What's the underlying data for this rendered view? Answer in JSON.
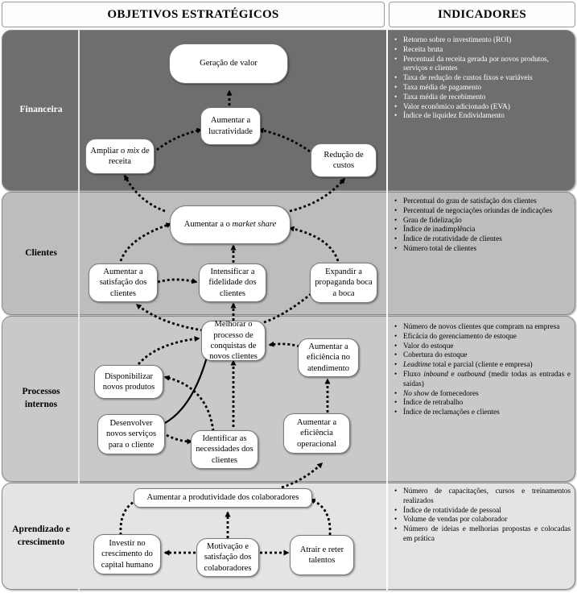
{
  "header": {
    "objectives_label": "OBJETIVOS ESTRATÉGICOS",
    "indicators_label": "INDICADORES"
  },
  "perspectives": {
    "financeira": "Financeira",
    "clientes": "Clientes",
    "processos": "Processos internos",
    "aprendizado": "Aprendizado e crescimento"
  },
  "nodes": {
    "geracao_valor": "Geração de valor",
    "aumentar_lucratividade": "Aumentar a lucratividade",
    "ampliar_mix_pre": "Ampliar o ",
    "ampliar_mix_em": "mix",
    "ampliar_mix_post": " de receita",
    "reducao_custos": "Redução de custos",
    "market_share_pre": "Aumentar a o ",
    "market_share_em": "market share",
    "satisfacao_clientes": "Aumentar a satisfação dos clientes",
    "fidelidade_clientes": "Intensificar a fidelidade dos clientes",
    "propaganda": "Expandir a propaganda boca a boca",
    "melhorar_conquistas": "Melhorar o processo de conquistas de novos clientes",
    "eficiencia_atendimento": "Aumentar a eficiência no atendimento",
    "novos_produtos": "Disponibilizar novos produtos",
    "novos_servicos": "Desenvolver novos serviços para o cliente",
    "identificar_necessidades": "Identificar as necessidades dos clientes",
    "eficiencia_operacional": "Aumentar a eficiência operacional",
    "produtividade": "Aumentar a produtividade dos colaboradores",
    "capital_humano": "Investir no crescimento do capital humano",
    "motivacao": "Motivação e satisfação dos colaboradores",
    "atrair_talentos": "Atrair e reter talentos"
  },
  "indicators": {
    "financeira": [
      "Retorno sobre o investimento (ROI)",
      "Receita bruta",
      "Percentual da receita gerada por novos produtos, serviços e clientes",
      "Taxa de redução de custos fixos e variáveis",
      "Taxa média de pagamento",
      "Taxa média de recebimento",
      "Valor econômico adicionado (EVA)",
      "Índice de liquidez Endividamento"
    ],
    "clientes": [
      "Percentual do grau de satisfação dos clientes",
      "Percentual de negociações oriundas de indicações",
      "Grau de fidelização",
      "Índice de inadimplência",
      "Índice de rotatividade de clientes",
      "Número total de clientes"
    ],
    "processos": [
      "Número de novos clientes que compram na empresa",
      "Eficácia do gerenciamento de estoque",
      "Valor do estoque",
      "Cobertura do estoque",
      "Leadtime total e parcial (cliente e empresa)",
      "Fluxo inbound e outbound (medir todas as entradas e saídas)",
      "No show de fornecedores",
      "Índice de retrabalho",
      "Índice de reclamações e clientes"
    ],
    "aprendizado": [
      "Número de capacitações, cursos e treinamentos realizados",
      "Índice de rotatividade de pessoal",
      "Volume de vendas por colaborador",
      "Número de ideias e melhorias propostas e colocadas em prática"
    ]
  },
  "colors": {
    "financeira_band": "#6e6e6e",
    "clientes_band": "#bdbdbd",
    "processos_band": "#c9c9c9",
    "aprendizado_band": "#e4e4e4",
    "node_fill": "#ffffff",
    "arrow": "#000000"
  }
}
